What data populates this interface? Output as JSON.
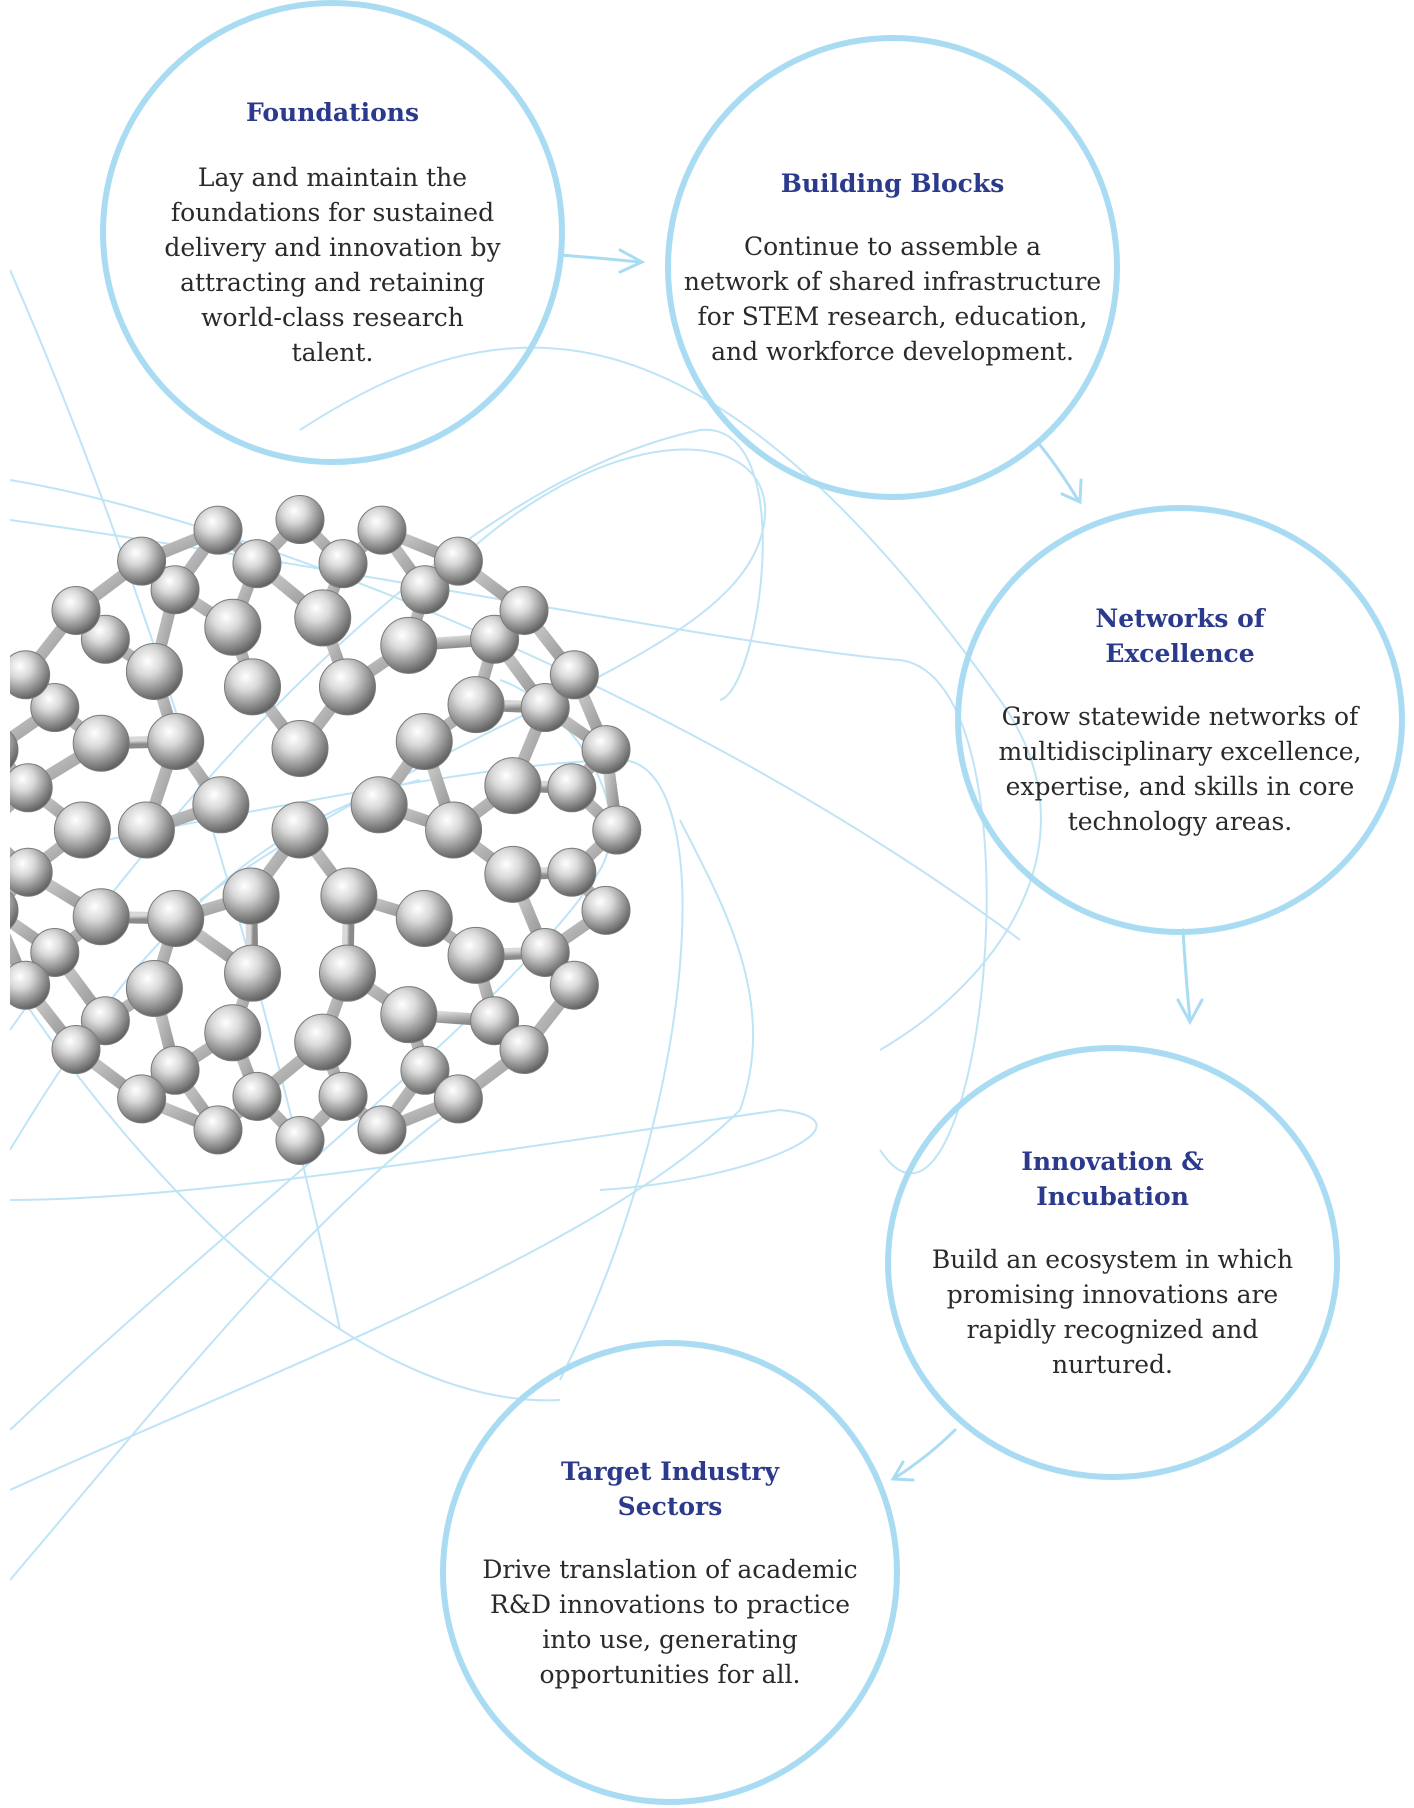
{
  "diagram": {
    "accent_color": "#a9dcf3",
    "title_color": "#2b3a8c",
    "background_image": "buckyball-molecule",
    "nodes": [
      {
        "id": "foundations",
        "title": "Foundations",
        "text": "Lay and maintain the\nfoundations for sustained\ndelivery and innovation by\nattracting and retaining\nworld-class research\ntalent."
      },
      {
        "id": "building",
        "title": "Building Blocks",
        "text": "Continue to assemble a\nnetwork of shared infrastructure\nfor STEM research, education,\nand workforce development."
      },
      {
        "id": "networks",
        "title": "Networks of\nExcellence",
        "text": "Grow statewide networks of\nmultidisciplinary excellence,\nexpertise, and skills in core\ntechnology areas."
      },
      {
        "id": "innovation",
        "title": "Innovation &\nIncubation",
        "text": "Build an ecosystem in which\npromising innovations are\nrapidly recognized and\nnurtured."
      },
      {
        "id": "target",
        "title": "Target Industry\nSectors",
        "text": "Drive translation of academic\nR&D innovations to practice\ninto use, generating\nopportunities for all."
      }
    ],
    "flow": [
      "foundations",
      "building",
      "networks",
      "innovation",
      "target"
    ]
  }
}
